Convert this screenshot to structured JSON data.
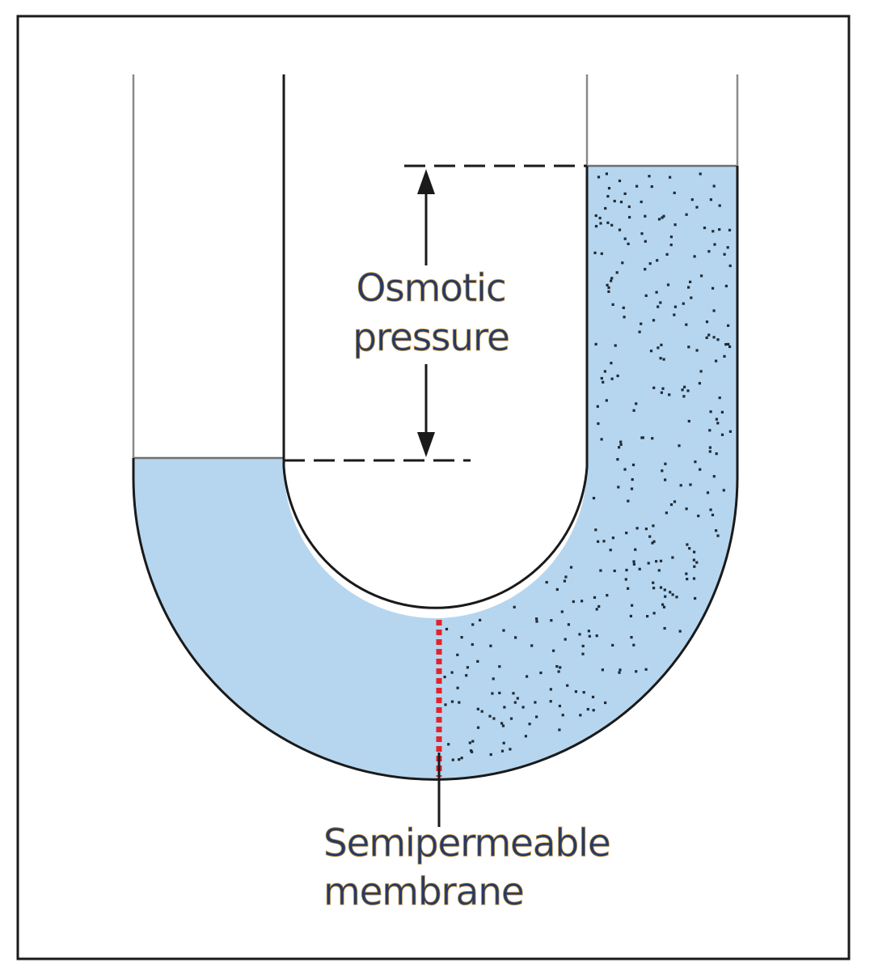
{
  "diagram": {
    "labels": {
      "osmotic_line1": "Osmotic",
      "osmotic_line2": "pressure",
      "membrane_line1": "Semipermeable",
      "membrane_line2": "membrane"
    },
    "colors": {
      "frame": "#1a1a1a",
      "tube_wall": "#1a1a1a",
      "tube_wall_light": "#8a8a8a",
      "liquid": "#b6d6ef",
      "solute_dots": "#1f2a35",
      "membrane": "#e3232c",
      "label_text": "#243a6a",
      "label_outline": "#c8983c",
      "arrow": "#1a1a1a"
    },
    "icons": {
      "arrow_up": "arrowhead-up-icon",
      "arrow_down": "arrowhead-down-icon"
    }
  }
}
